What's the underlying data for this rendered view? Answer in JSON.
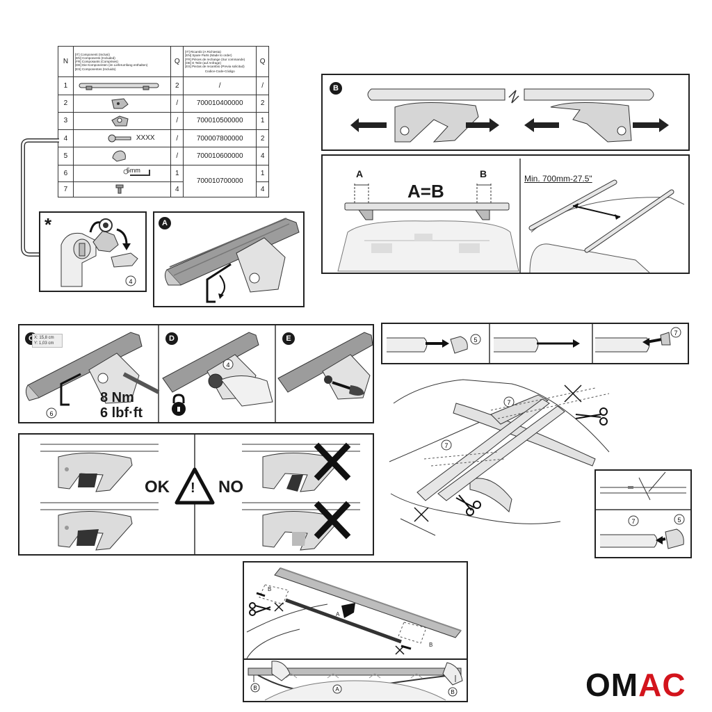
{
  "table": {
    "header": {
      "n": "N",
      "components": [
        "[IT] Componenti (Inclusi)",
        "[EN] Components (Included)",
        "[FR] Composants (Comprises)",
        "[DE] Die Komponenten (im Lieferumfang enthalten)",
        "[ES] Componentes (Incluido)"
      ],
      "q": "Q",
      "spares": [
        "[IT] Ricambi (A Richiesta)",
        "[EN] Spare Parts (Made to order)",
        "[FR] Pièces de rechange (Sur commande)",
        "[DE] E Teile (auf Anfrage)",
        "[ES] Piezas de recambio (Previa solicitud)"
      ],
      "code_label": "Codice-Code-Código",
      "q2": "Q"
    },
    "rows": [
      {
        "n": "1",
        "q": "2",
        "code": "/",
        "q2": "/"
      },
      {
        "n": "2",
        "q": "/",
        "code": "700010400000",
        "q2": "2"
      },
      {
        "n": "3",
        "q": "/",
        "code": "700010500000",
        "q2": "1"
      },
      {
        "n": "4",
        "q": "/",
        "code": "700007800000",
        "q2": "2",
        "label": "XXXX"
      },
      {
        "n": "5",
        "q": "/",
        "code": "700010600000",
        "q2": "4"
      },
      {
        "n": "6",
        "q": "1",
        "code": "700010700000",
        "q2": "1",
        "label": "5mm"
      },
      {
        "n": "7",
        "q": "4",
        "q2": "4"
      }
    ]
  },
  "steps": {
    "a": "A",
    "b": "B",
    "c": "C",
    "d": "D",
    "e": "E"
  },
  "panel_b": {
    "label_a": "A",
    "label_b": "B",
    "equation": "A=B",
    "min_distance": "Min. 700mm-27.5\""
  },
  "panel_c": {
    "torque_nm": "8 Nm",
    "torque_lbf": "6 lbf·ft",
    "callout": "6"
  },
  "coord_overlay": {
    "x": "X: 15,8 cm",
    "y": "Y: 1,03 cm"
  },
  "panel_ok": {
    "ok": "OK",
    "no": "NO",
    "warning": "!"
  },
  "callouts": {
    "four": "4",
    "five": "5",
    "seven": "7",
    "six": "6",
    "star": "*"
  },
  "cut": {
    "a": "A",
    "b": "B"
  },
  "brand": {
    "part1": "OM",
    "part2": "AC"
  },
  "icons": {
    "arrow": "arrow-icon",
    "lock": "lock-icon",
    "warning": "warning-icon",
    "scissors": "scissors-icon",
    "cross": "cross-icon"
  },
  "colors": {
    "brand_red": "#d3141c",
    "ink": "#1a1a1a",
    "bar_grey": "#9a9a9a"
  }
}
